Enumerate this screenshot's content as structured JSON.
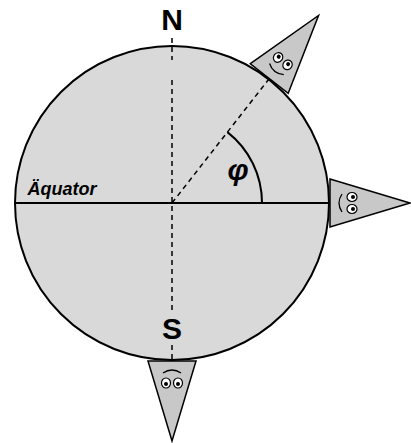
{
  "diagram": {
    "labels": [
      "N",
      "Äquator",
      "φ",
      "S"
    ]
  }
}
